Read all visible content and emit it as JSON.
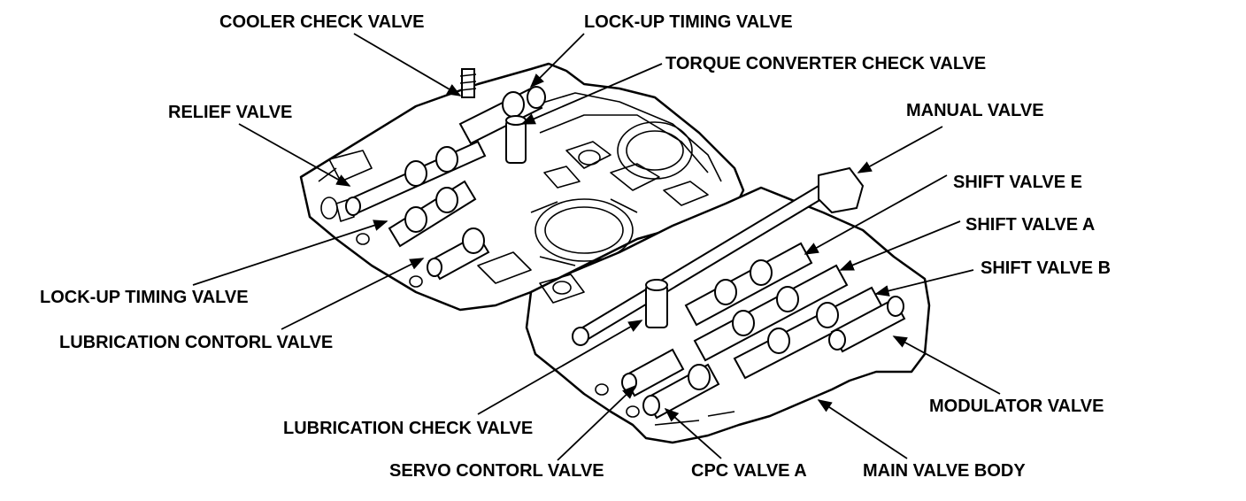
{
  "labels": {
    "cooler_check_valve": "COOLER CHECK VALVE",
    "lock_up_timing_valve_top": "LOCK-UP TIMING VALVE",
    "torque_converter_check_valve": "TORQUE CONVERTER CHECK VALVE",
    "relief_valve": "RELIEF VALVE",
    "manual_valve": "MANUAL VALVE",
    "shift_valve_e": "SHIFT VALVE E",
    "shift_valve_a": "SHIFT VALVE A",
    "shift_valve_b": "SHIFT VALVE B",
    "lock_up_timing_valve_left": "LOCK-UP TIMING VALVE",
    "lubrication_control_valve": "LUBRICATION CONTORL VALVE",
    "modulator_valve": "MODULATOR VALVE",
    "lubrication_check_valve": "LUBRICATION CHECK VALVE",
    "servo_control_valve": "SERVO CONTORL VALVE",
    "cpc_valve_a": "CPC VALVE A",
    "main_valve_body": "MAIN VALVE BODY"
  },
  "colors": {
    "ink": "#000000",
    "paper": "#ffffff"
  }
}
